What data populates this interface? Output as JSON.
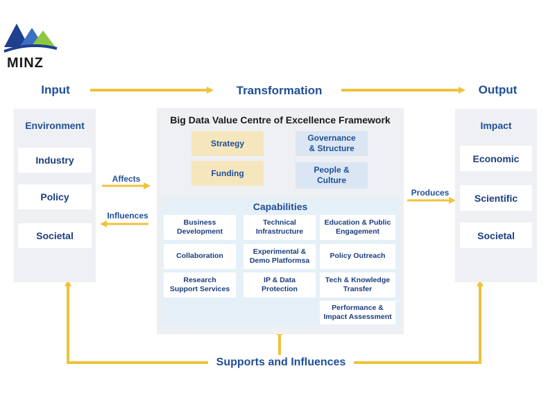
{
  "logo": {
    "text": "MINZ"
  },
  "headings": {
    "input": "Input",
    "transformation": "Transformation",
    "output": "Output"
  },
  "input_panel": {
    "title": "Environment",
    "items": [
      "Industry",
      "Policy",
      "Societal"
    ]
  },
  "output_panel": {
    "title": "Impact",
    "items": [
      "Economic",
      "Scientific",
      "Societal"
    ]
  },
  "framework": {
    "title": "Big Data Value Centre of Excellence Framework",
    "strategy": "Strategy",
    "funding": "Funding",
    "governance_line1": "Governance",
    "governance_line2": "& Structure",
    "people_line1": "People &",
    "people_line2": "Culture"
  },
  "capabilities": {
    "title": "Capabilities",
    "items": [
      [
        "Business",
        "Development"
      ],
      [
        "Technical",
        "Infrastructure"
      ],
      [
        "Education & Public",
        "Engagement"
      ],
      [
        "Collaboration",
        ""
      ],
      [
        "Experimental &",
        "Demo Platformsa"
      ],
      [
        "Policy Outreach",
        ""
      ],
      [
        "Research",
        "Support Services"
      ],
      [
        "IP & Data",
        "Protection"
      ],
      [
        "Tech & Knowledge",
        "Transfer"
      ],
      [
        "Performance &",
        "Impact Assessment"
      ]
    ]
  },
  "arrows": {
    "affects": "Affects",
    "influences": "Influences",
    "produces": "Produces",
    "supports": "Supports and Influences"
  },
  "colors": {
    "arrow": "#f0c23c",
    "heading_blue": "#1f4f96",
    "panel_grey": "#eef0f3",
    "tan": "#f6e6bd",
    "light_blue": "#dbe6f4",
    "cap_bg": "#e6f0f8"
  }
}
